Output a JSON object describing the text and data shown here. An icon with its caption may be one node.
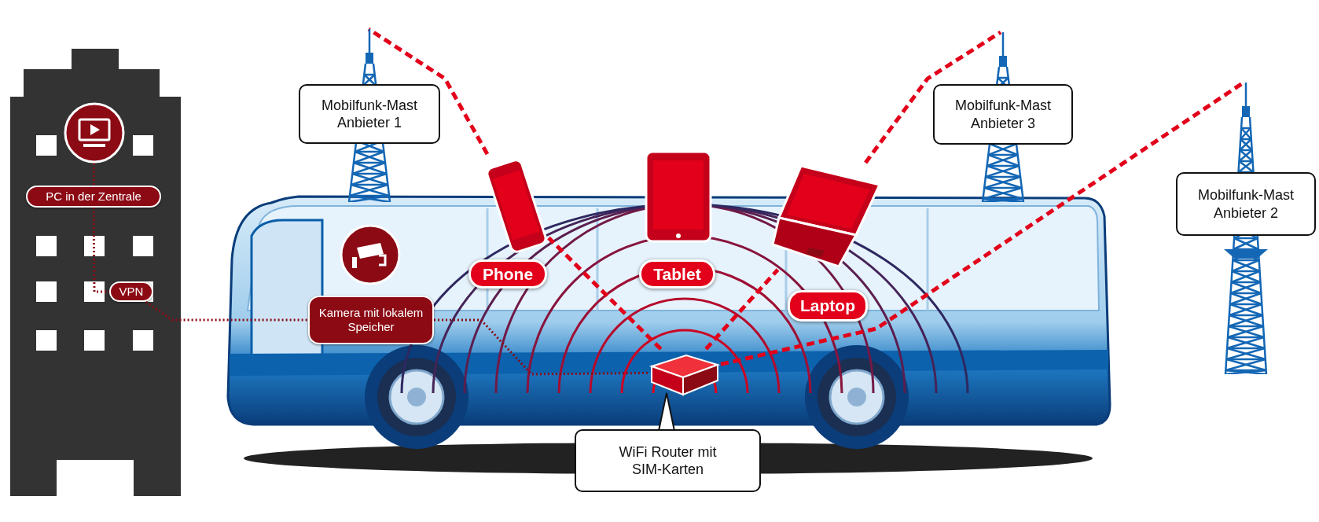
{
  "diagram": {
    "nodes": [
      {
        "text": [],
        "shape": "picture"
      },
      {
        "text": [
          "PC in der Zentrale"
        ]
      },
      {
        "text": [
          "VPN"
        ]
      },
      {
        "text": [
          "Mobilfunk-Mast Anbieter 1"
        ]
      },
      {
        "text": [],
        "shape": "picture"
      },
      {
        "text": [],
        "shape": "picture"
      },
      {
        "text": [],
        "shape": "picture"
      },
      {
        "text": [
          "Mobilfunk-Mast Anbieter 3"
        ]
      },
      {
        "text": [
          "Mobilfunk-Mast Anbieter 2"
        ]
      },
      {
        "text": [],
        "shape": "picture"
      },
      {
        "text": [
          "Kamera mit lokalem Speicher"
        ]
      },
      {
        "text": [
          "Phone"
        ]
      },
      {
        "text": [
          "Tablet"
        ]
      },
      {
        "text": [
          "Laptop"
        ]
      },
      {
        "text": [],
        "shape": "box",
        "beside": [
          "WiFi Router mit SIM-Karten"
        ]
      }
    ],
    "edges": [
      {
        "from": 0,
        "to": 1,
        "arrow": "none",
        "style": "dashed",
        "color": "#8b0a14"
      },
      {
        "from": 1,
        "to": 2,
        "arrow": "none",
        "style": "dashed",
        "color": "#8b0a14"
      },
      {
        "from": 2,
        "to": 10,
        "arrow": "none",
        "style": "dashed",
        "color": "#8b0a14"
      },
      {
        "from": 10,
        "to": 14,
        "arrow": "none",
        "style": "dashed",
        "color": "#8b0a14"
      },
      {
        "from": 14,
        "to": 4,
        "arrow": "none",
        "style": "dashed"
      },
      {
        "from": 4,
        "to": 3,
        "arrow": "none",
        "style": "dashed"
      },
      {
        "from": 14,
        "to": 6,
        "arrow": "none",
        "style": "dashed"
      },
      {
        "from": 6,
        "to": 7,
        "arrow": "none",
        "style": "dashed"
      },
      {
        "from": 14,
        "to": 8,
        "arrow": "none",
        "style": "dashed"
      }
    ]
  }
}
